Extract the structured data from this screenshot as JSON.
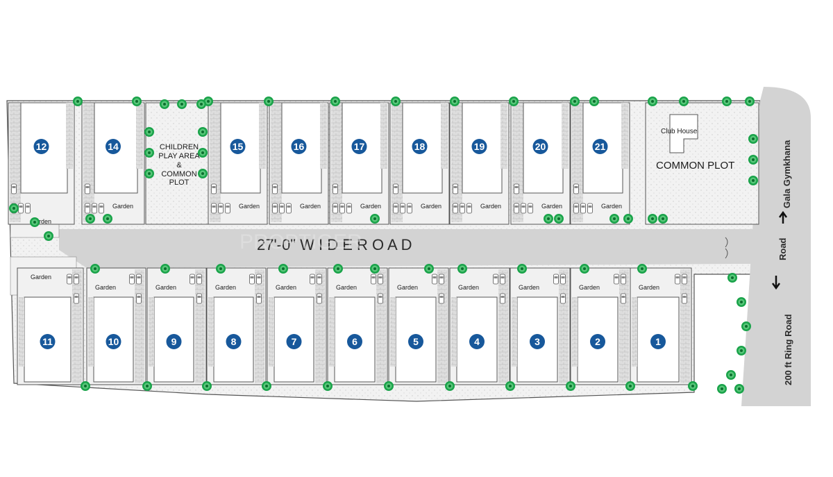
{
  "colors": {
    "plot_fill": "#ffffff",
    "paving": "#d9d9d9",
    "garden": "#f1f1f1",
    "road": "#d3d3d3",
    "line": "#555555",
    "badge": "#17589b",
    "tree": "#1aa34a",
    "tree_dark": "#0c6e2f"
  },
  "road": {
    "label": "27'-0\"  W I D E  R O A D",
    "watermark": "PROPTIGER"
  },
  "labels": {
    "children_play_area": [
      "CHILDREN",
      "PLAY AREA",
      "&",
      "COMMON",
      "PLOT"
    ],
    "club_house": "Club House",
    "common_plot": "COMMON PLOT",
    "ring_road": "200 ft Ring Road",
    "gymkhana_road": "Road",
    "gymkhana": "Gala Gymkhana",
    "garden": "Garden"
  },
  "top_plots": [
    "12",
    "14",
    "15",
    "16",
    "17",
    "18",
    "19",
    "20",
    "21"
  ],
  "bottom_plots": [
    "11",
    "10",
    "9",
    "8",
    "7",
    "6",
    "5",
    "4",
    "3",
    "2",
    "1"
  ],
  "icons": {
    "arrow_up": "arrow-up-icon",
    "arrow_down": "arrow-down-icon",
    "tree": "tree-icon",
    "car": "car-icon"
  }
}
